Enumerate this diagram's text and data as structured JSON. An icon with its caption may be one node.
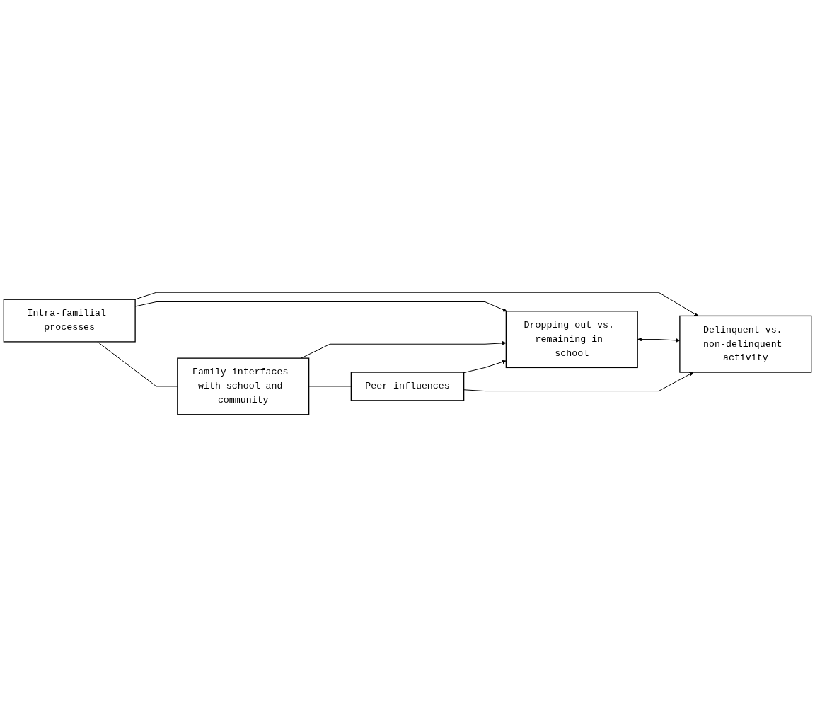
{
  "diagram": {
    "nodes": [
      {
        "text": [
          "Intra-familial processes"
        ]
      },
      {
        "text": [
          "Family interfaces with school and community"
        ]
      },
      {
        "text": [
          "Peer influences"
        ]
      },
      {
        "text": [
          "Dropping out vs. remaining in school"
        ]
      },
      {
        "text": [
          "Delinquent vs. non-delinquent activity"
        ]
      }
    ],
    "edges": [
      {
        "from": 0,
        "to": 4,
        "arrow": "to"
      },
      {
        "from": 0,
        "to": 3,
        "arrow": "to"
      },
      {
        "from": 0,
        "to": 1,
        "arrow": "none"
      },
      {
        "from": 1,
        "to": 3,
        "arrow": "to"
      },
      {
        "from": 1,
        "to": 2,
        "arrow": "none"
      },
      {
        "from": 2,
        "to": 3,
        "arrow": "to"
      },
      {
        "from": 3,
        "to": 4,
        "arrow": "both"
      },
      {
        "from": 2,
        "to": 4,
        "arrow": "to"
      }
    ]
  }
}
